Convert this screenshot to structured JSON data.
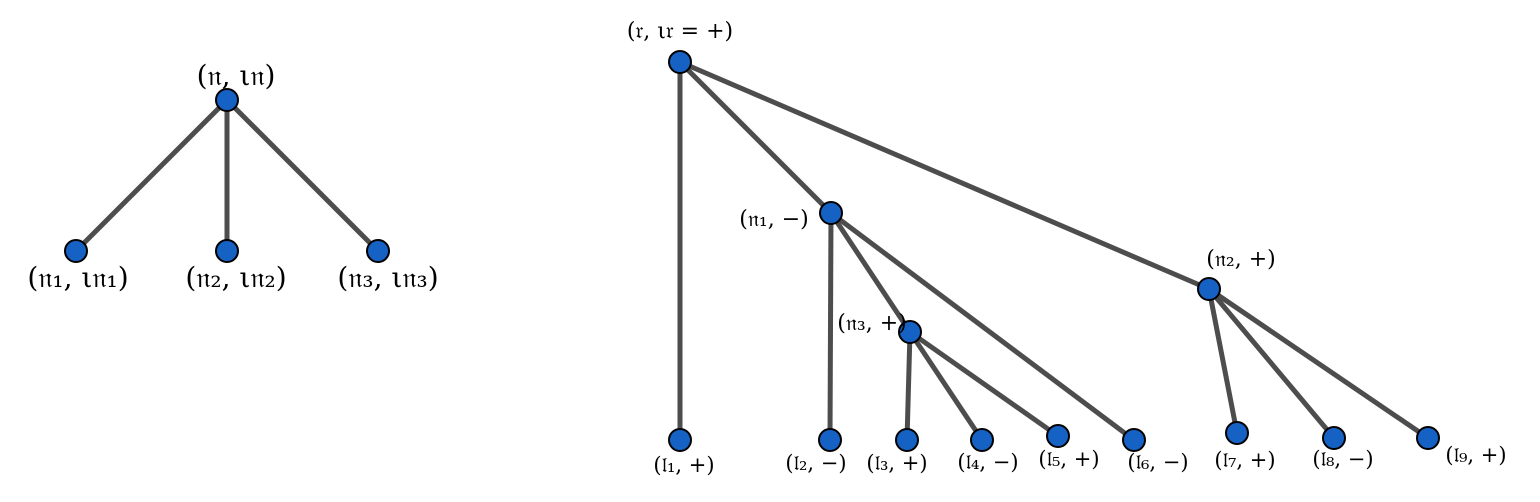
{
  "colors": {
    "node_fill": "#1662c4",
    "node_stroke": "#000000",
    "edge": "#4d4d4d",
    "background": "#ffffff"
  },
  "left_tree": {
    "root": "(𝔫, ι𝔫)",
    "children": [
      "(𝔫₁, ι𝔫₁)",
      "(𝔫₂, ι𝔫₂)",
      "(𝔫₃, ι𝔫₃)"
    ]
  },
  "right_tree": {
    "root": "(𝔯, ι𝔯 = +)",
    "n1": "(𝔫₁, −)",
    "n2": "(𝔫₂, +)",
    "n3": "(𝔫₃, +)",
    "leaves": [
      "(𝔩₁, +)",
      "(𝔩₂, −)",
      "(𝔩₃, +)",
      "(𝔩₄, −)",
      "(𝔩₅, +)",
      "(𝔩₆, −)",
      "(𝔩₇, +)",
      "(𝔩₈, −)",
      "(𝔩₉, +)"
    ]
  }
}
